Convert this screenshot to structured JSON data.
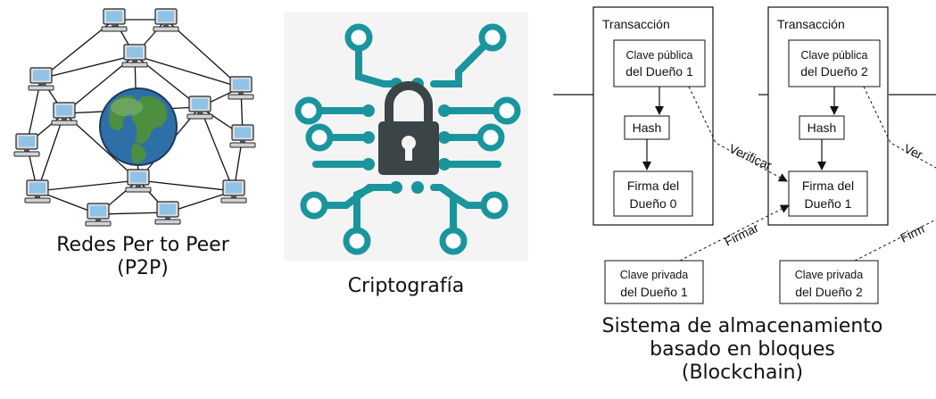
{
  "p2p": {
    "caption": [
      "Redes Per to Peer",
      "(P2P)"
    ],
    "icons": {
      "globe": "globe-icon",
      "computer": "desktop-computer-icon"
    }
  },
  "crypto": {
    "caption": "Criptografía",
    "colors": {
      "circuit": "#1a959d",
      "lock": "#3b4446",
      "background": "#f4f4f4"
    },
    "icons": {
      "lock": "padlock-icon"
    }
  },
  "blockchain": {
    "caption": [
      "Sistema de almacenamiento",
      "basado en bloques",
      "(Blockchain)"
    ],
    "transactions": [
      {
        "title": "Transacción",
        "pubkey": [
          "Clave pública",
          "del Dueño 1"
        ],
        "hash": "Hash",
        "signature": [
          "Firma del",
          "Dueño 0"
        ]
      },
      {
        "title": "Transacción",
        "pubkey": [
          "Clave pública",
          "del Dueño 2"
        ],
        "hash": "Hash",
        "signature": [
          "Firma del",
          "Dueño 1"
        ]
      }
    ],
    "private_keys": [
      [
        "Clave privada",
        "del Dueño 1"
      ],
      [
        "Clave privada",
        "del Dueño 2"
      ]
    ],
    "verify_label": "Verificar",
    "verify_label_partial": "Ver",
    "sign_label": "Firmar",
    "sign_label_partial": "Firm"
  }
}
